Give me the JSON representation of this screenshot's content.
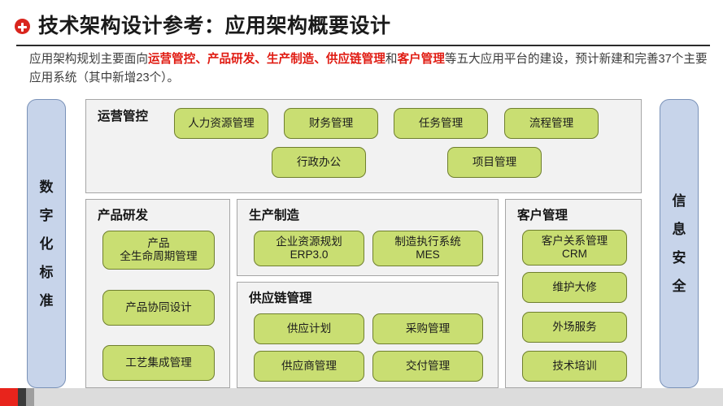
{
  "header": {
    "bullet_icon": "plus-circle-icon",
    "title": "技术架构设计参考：应用架构概要设计",
    "subtitle": {
      "seg1": "应用架构规划主要面向",
      "hl1": "运营管控、产品研发、生产制造、供应链管理",
      "seg2": "和",
      "hl2": "客户管理",
      "seg3": "等五大应用平台的建设，预计新建和完善37个主要应用系统（其中新增23个）。",
      "highlight_color": "#e01b12"
    }
  },
  "diagram": {
    "left_pillar": {
      "name": "数字化标准",
      "chars": [
        "数",
        "字",
        "化",
        "标",
        "准"
      ],
      "color": "#c7d4ea"
    },
    "right_pillar": {
      "name": "信息安全",
      "chars": [
        "信",
        "息",
        "安",
        "全"
      ],
      "color": "#c7d4ea"
    },
    "box_color": "#c9de72",
    "panel_color": "#f2f2f2",
    "panels": [
      {
        "title": "运营管控",
        "items": [
          "人力资源管理",
          "财务管理",
          "任务管理",
          "流程管理",
          "行政办公",
          "项目管理"
        ]
      },
      {
        "title": "产品研发",
        "items": [
          {
            "line1": "产品",
            "line2": "全生命周期管理"
          },
          {
            "line1": "产品协同设计",
            "line2": ""
          },
          {
            "line1": "工艺集成管理",
            "line2": ""
          }
        ]
      },
      {
        "title": "生产制造",
        "items": [
          {
            "line1": "企业资源规划",
            "line2": "ERP3.0"
          },
          {
            "line1": "制造执行系统",
            "line2": "MES"
          }
        ]
      },
      {
        "title": "供应链管理",
        "items": [
          "供应计划",
          "采购管理",
          "供应商管理",
          "交付管理"
        ]
      },
      {
        "title": "客户管理",
        "items": [
          {
            "line1": "客户关系管理",
            "line2": "CRM"
          },
          {
            "line1": "维护大修",
            "line2": ""
          },
          {
            "line1": "外场服务",
            "line2": ""
          },
          {
            "line1": "技术培训",
            "line2": ""
          }
        ]
      }
    ]
  },
  "footer": {
    "colors": [
      "#e8241c",
      "#3a3a3a",
      "#9e9e9e",
      "#dcdcdc"
    ]
  }
}
